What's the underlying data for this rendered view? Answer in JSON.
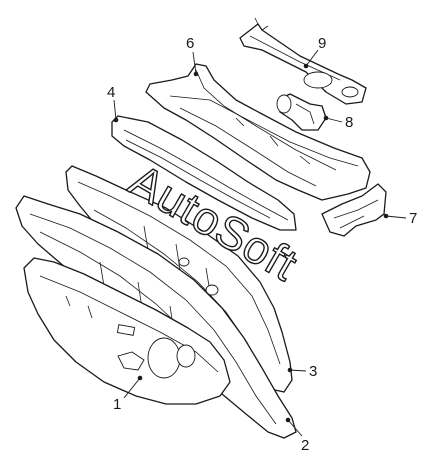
{
  "watermark": "AutoSoft",
  "callouts": [
    {
      "id": "1",
      "label": "1"
    },
    {
      "id": "2",
      "label": "2"
    },
    {
      "id": "3",
      "label": "3"
    },
    {
      "id": "4",
      "label": "4"
    },
    {
      "id": "6",
      "label": "6"
    },
    {
      "id": "7",
      "label": "7"
    },
    {
      "id": "8",
      "label": "8"
    },
    {
      "id": "9",
      "label": "9"
    }
  ],
  "colors": {
    "line": "#1a1a1a",
    "background": "#ffffff"
  }
}
